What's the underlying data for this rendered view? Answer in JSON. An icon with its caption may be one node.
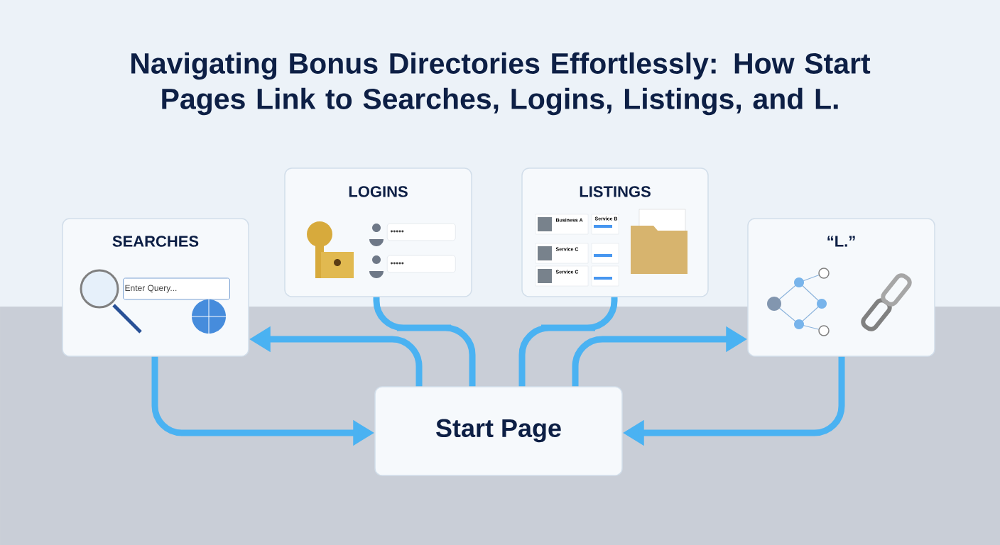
{
  "diagram": {
    "title": "Navigating Bonus Directories Effortlessly: How Start Pages Link to Searches, Logins, Listings, and L.",
    "nodes": [
      {
        "text": [
          "SEARCHES"
        ]
      },
      {
        "text": [
          "LOGINS"
        ]
      },
      {
        "text": [
          "LISTINGS"
        ]
      },
      {
        "text": [
          "“L.”"
        ]
      },
      {
        "text": [
          "Start Page"
        ]
      }
    ],
    "edges": [
      {
        "from": 4,
        "to": 0,
        "arrow": "to"
      },
      {
        "from": 1,
        "to": 4,
        "arrow": "none"
      },
      {
        "from": 2,
        "to": 4,
        "arrow": "none"
      },
      {
        "from": 4,
        "to": 3,
        "arrow": "to"
      },
      {
        "from": 0,
        "to": 4,
        "arrow": "to"
      },
      {
        "from": 3,
        "to": 4,
        "arrow": "to"
      }
    ],
    "labels": [
      "Enter Query...",
      "•••••",
      "•••••",
      "Business A",
      "Service B",
      "Service C",
      "Service C"
    ]
  }
}
